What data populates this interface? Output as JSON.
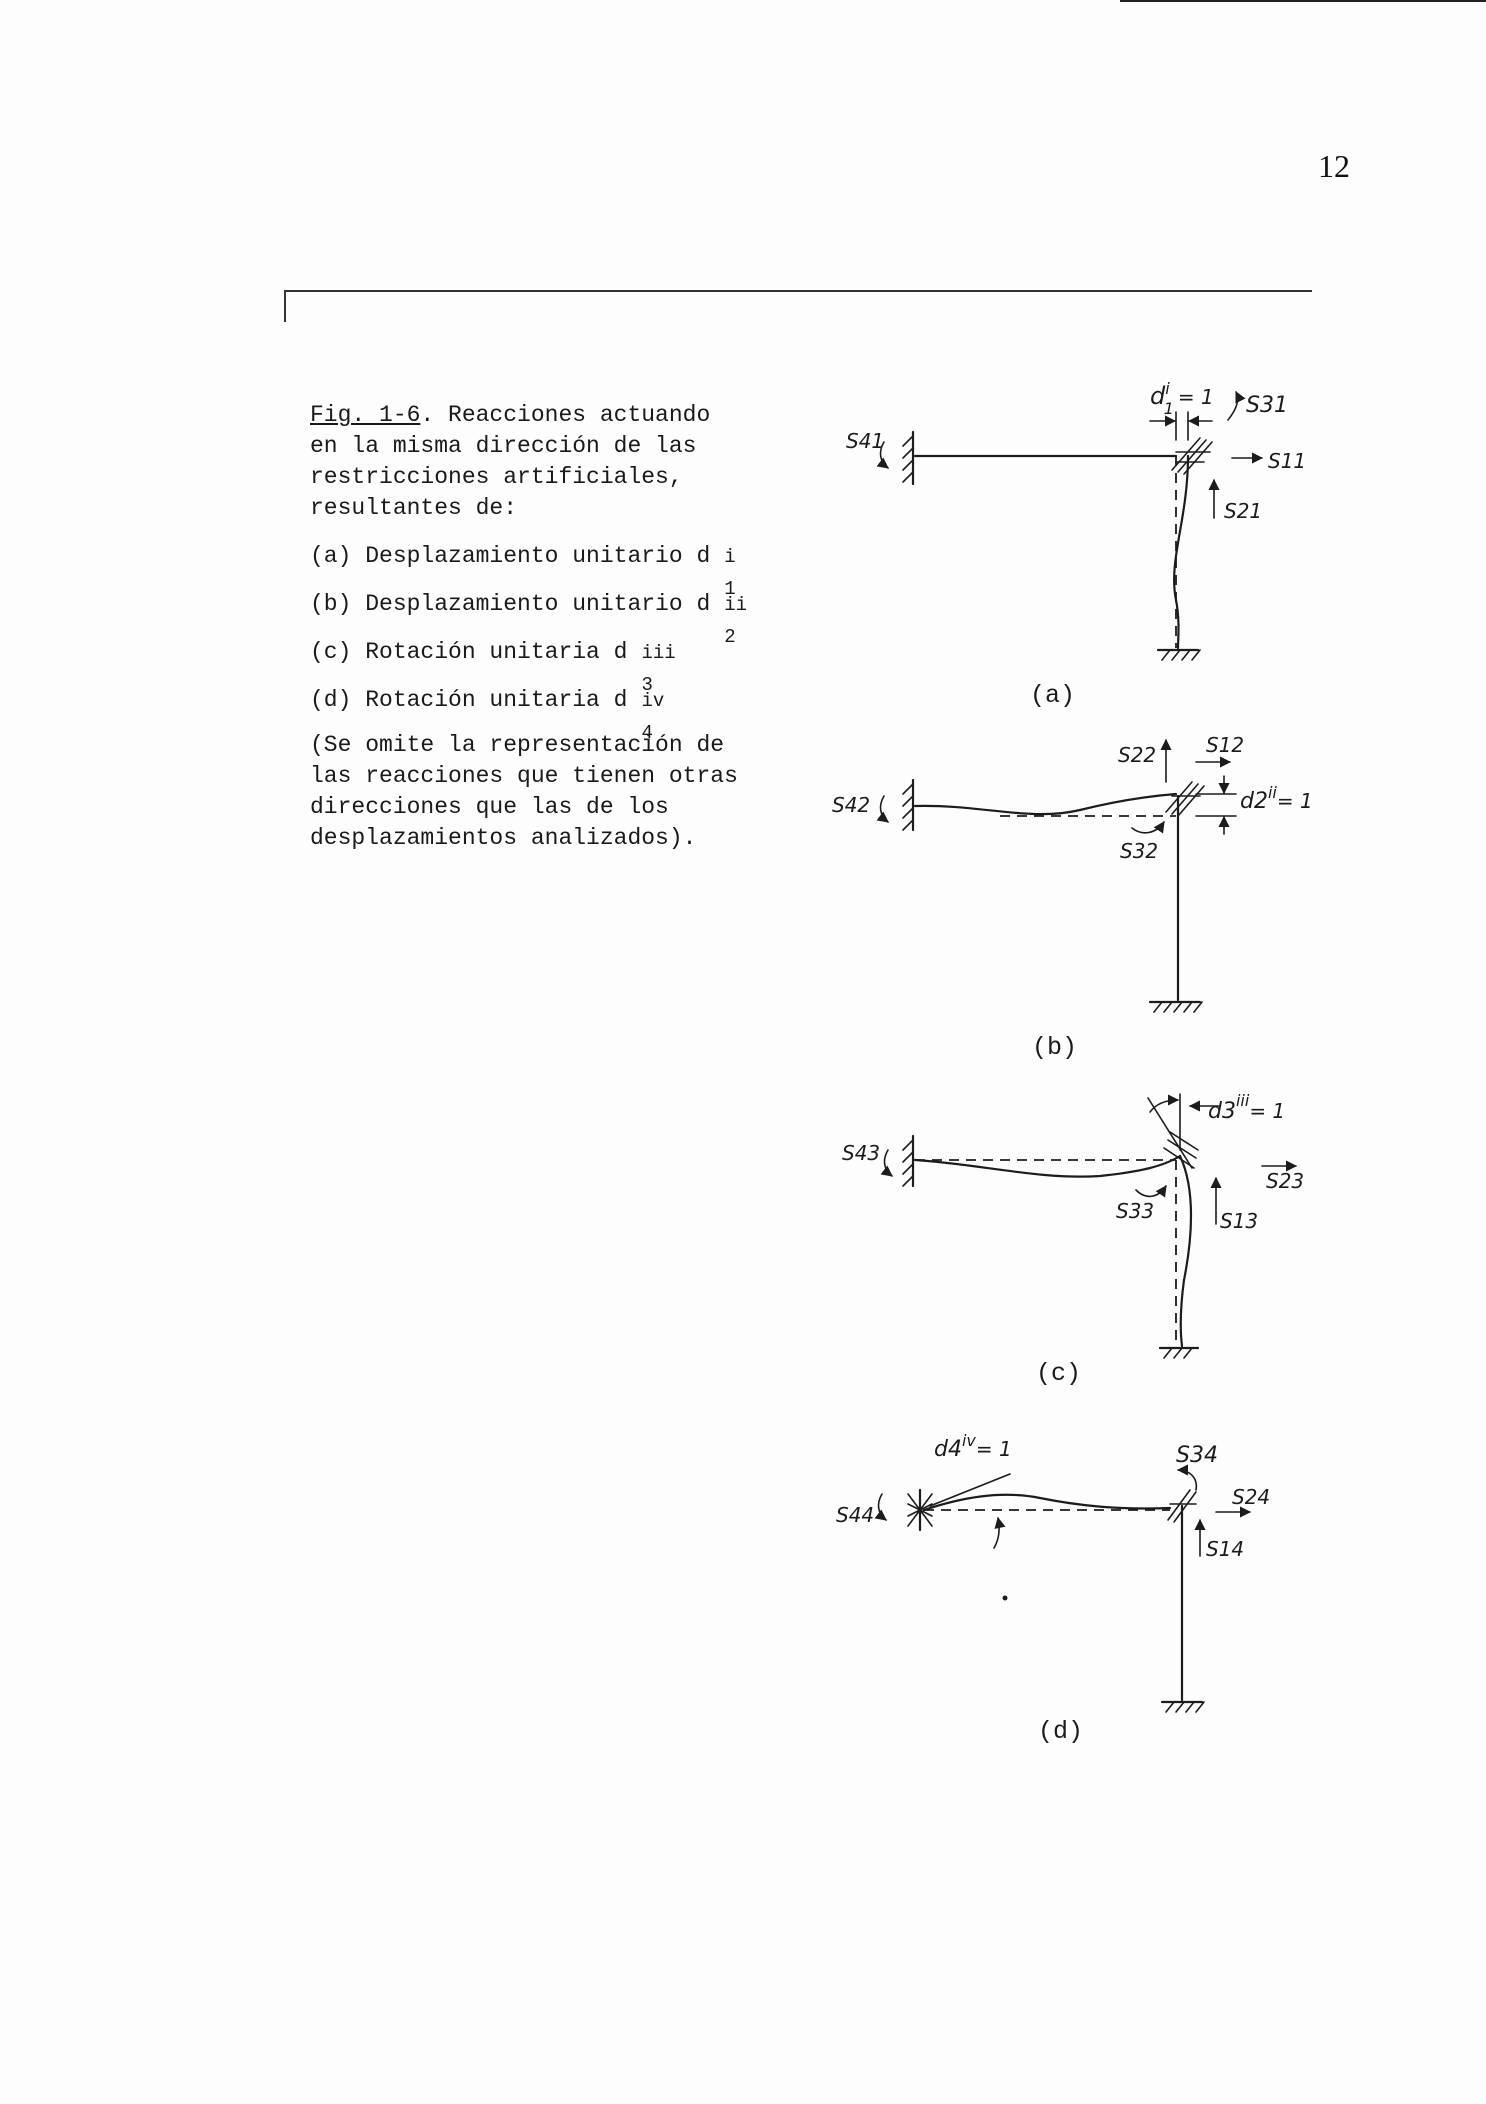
{
  "page": {
    "number": "12"
  },
  "caption": {
    "fig_ref": "Fig. 1-6",
    "title_lines": [
      ". Reacciones actuando",
      "en la misma dirección de las",
      "restricciones artificiales,",
      "resultantes de:"
    ],
    "items": [
      {
        "label": "(a) Desplazamiento unitario d",
        "sup": "i",
        "sub": "1"
      },
      {
        "label": "(b) Desplazamiento unitario d",
        "sup": "ii",
        "sub": "2"
      },
      {
        "label": "(c) Rotación unitaria d",
        "sup": "iii",
        "sub": "3"
      },
      {
        "label": "(d) Rotación unitaria  d",
        "sup": "iv",
        "sub": "4"
      }
    ],
    "note_lines": [
      "(Se omite la representación de",
      "las reacciones que tienen otras",
      "direcciones que las de los",
      "desplazamientos analizados)."
    ]
  },
  "figures": {
    "a": {
      "label": "(a)",
      "annotations": {
        "disp": "d",
        "disp_sup": "i",
        "disp_sub": "1",
        "disp_eq": "= 1",
        "s31": "S31",
        "s11": "S11",
        "s21": "S21",
        "s41": "S41"
      }
    },
    "b": {
      "label": "(b)",
      "annotations": {
        "s22": "S22",
        "s12": "S12",
        "disp": "d2",
        "disp_sup": "ii",
        "disp_eq": "= 1",
        "s42": "S42",
        "s32": "S32"
      }
    },
    "c": {
      "label": "(c)",
      "annotations": {
        "disp": "d3",
        "disp_sup": "iii",
        "disp_eq": "= 1",
        "s43": "S43",
        "s23": "S23",
        "s33": "S33",
        "s13": "S13"
      }
    },
    "d": {
      "label": "(d)",
      "annotations": {
        "disp": "d4",
        "disp_sup": "iv",
        "disp_eq": "= 1",
        "s34": "S34",
        "s24": "S24",
        "s44": "S44",
        "s14": "S14"
      }
    }
  }
}
